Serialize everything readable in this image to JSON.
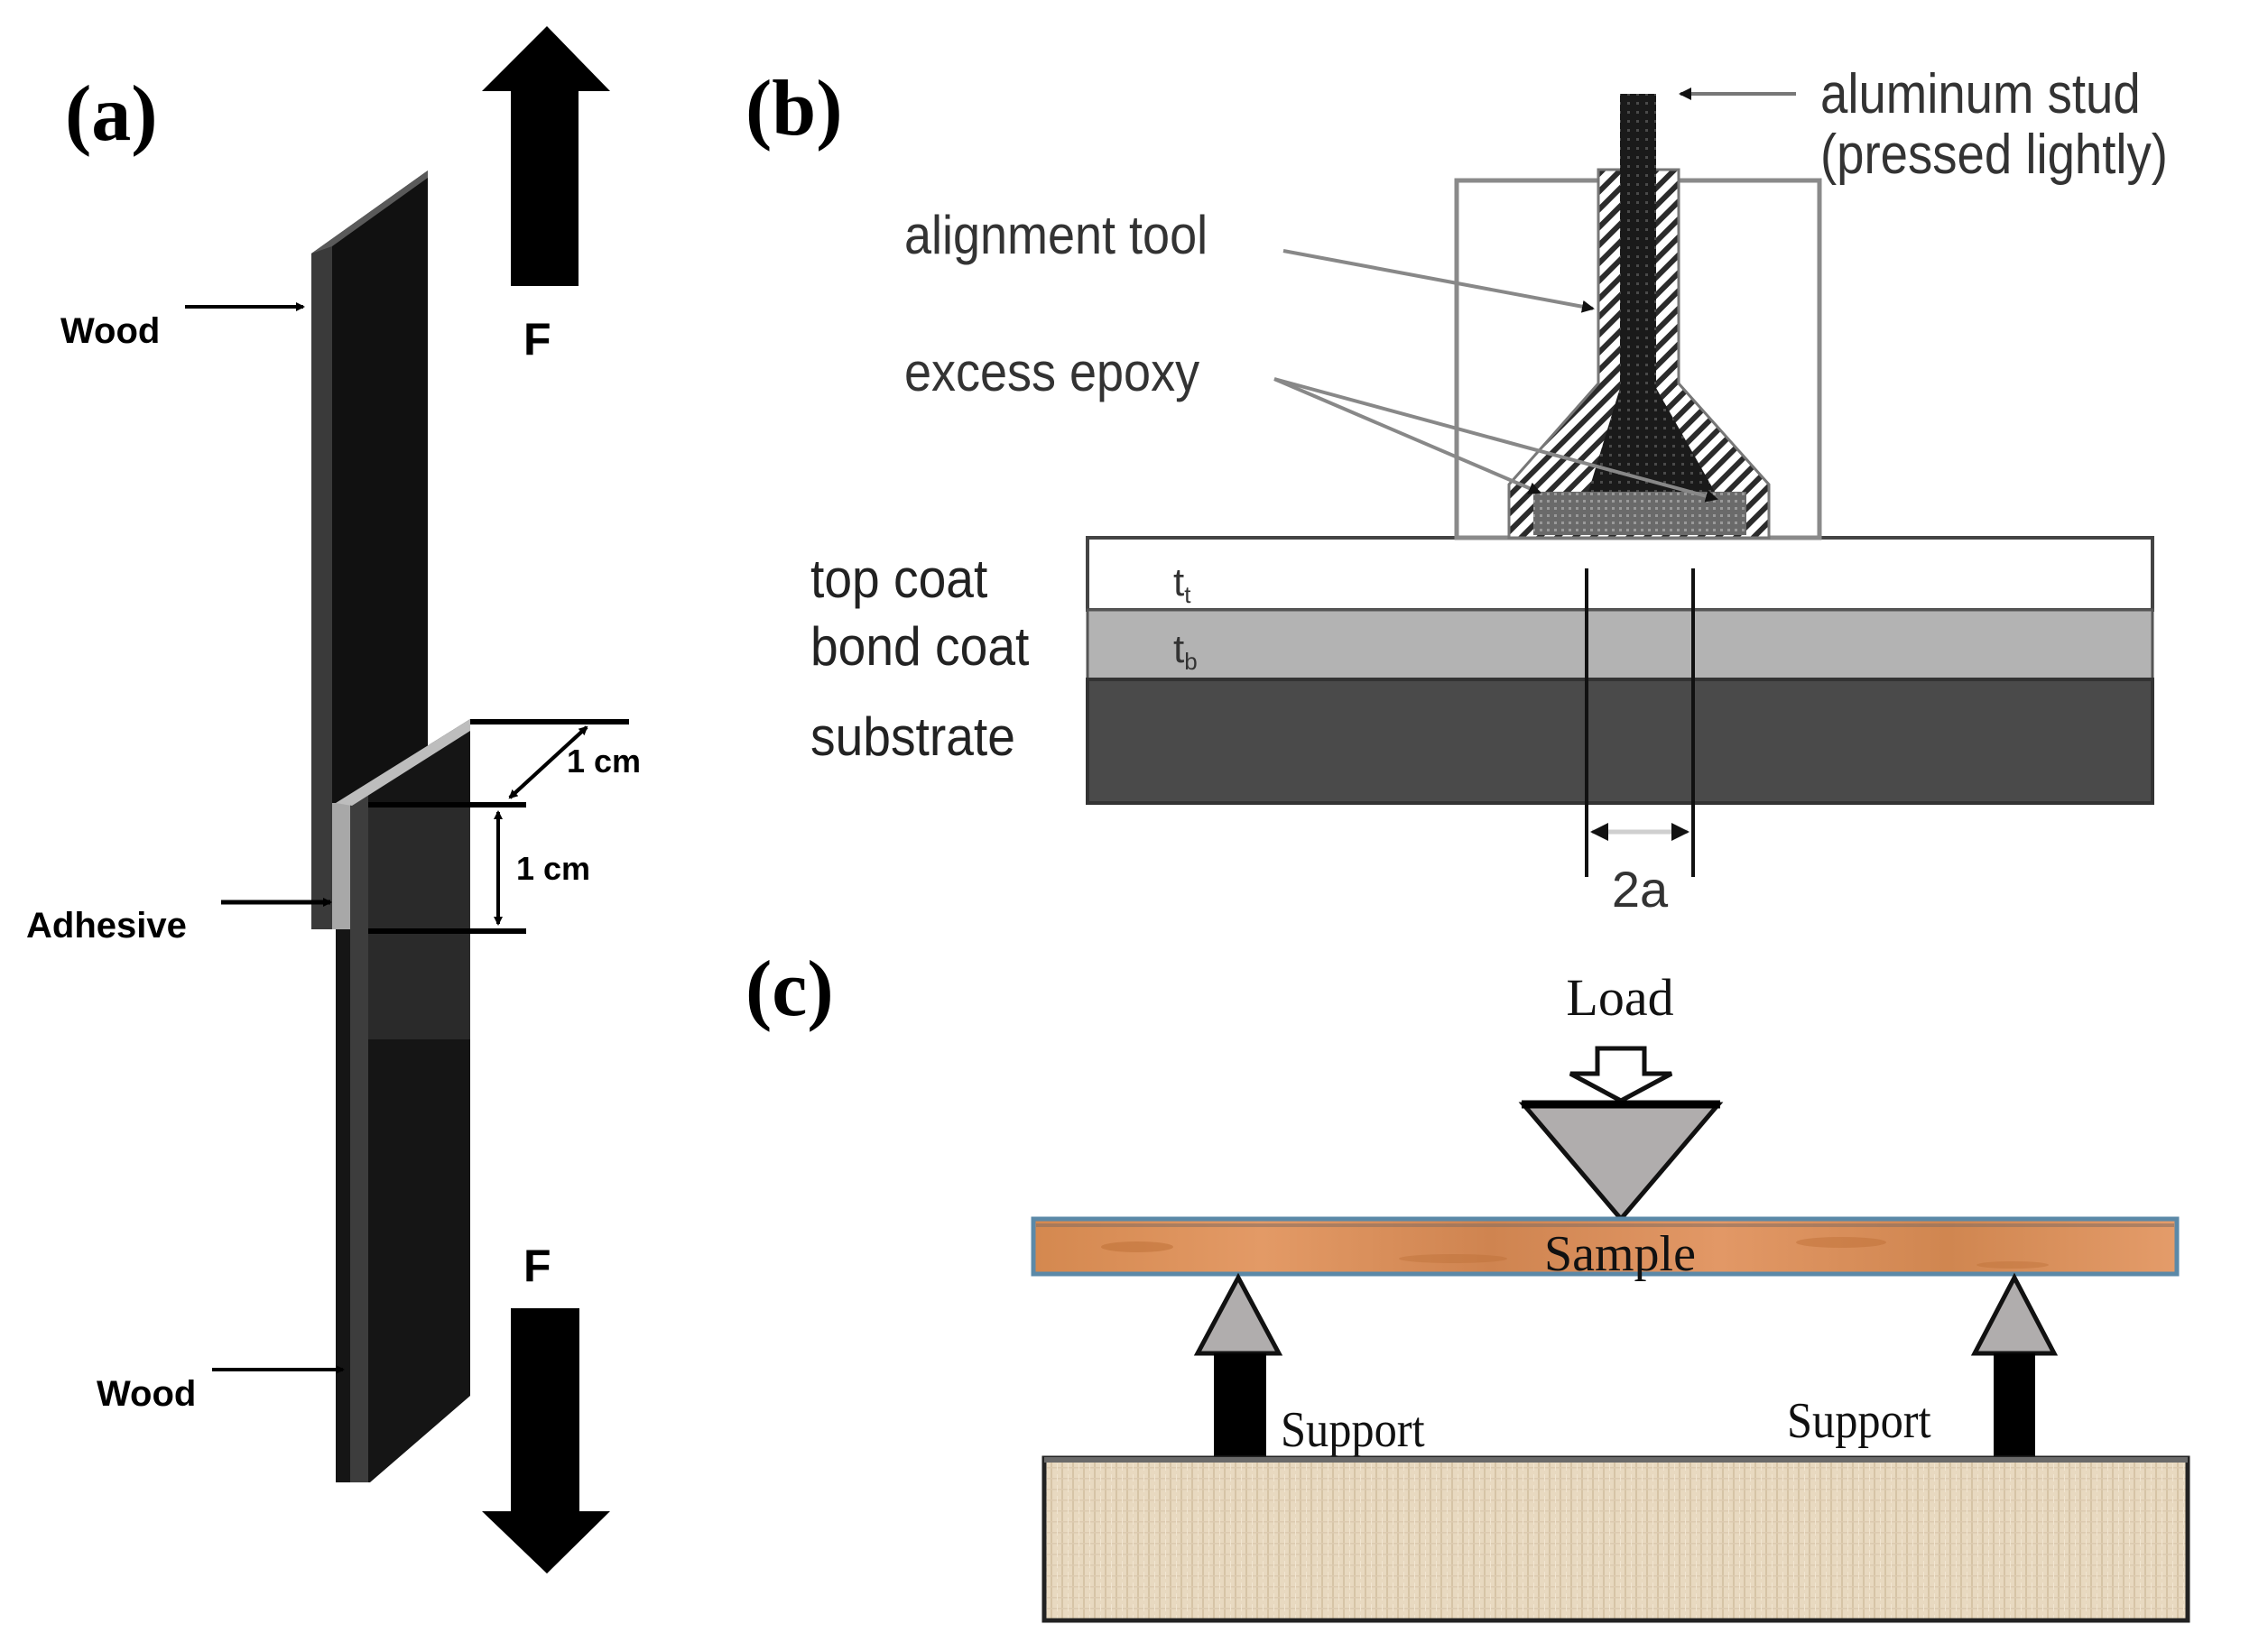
{
  "figure": {
    "panels": [
      {
        "id": "a",
        "label": "(a)",
        "title": "Lap-shear adhesive joint",
        "labels": {
          "wood_upper": "Wood",
          "wood_lower": "Wood",
          "adhesive": "Adhesive",
          "force_upper": "F",
          "force_lower": "F",
          "overlap_width": "1 cm",
          "overlap_length": "1 cm"
        }
      },
      {
        "id": "b",
        "label": "(b)",
        "title": "Pull-off adhesion test setup",
        "labels": {
          "aluminum_stud": "aluminum stud",
          "aluminum_stud_note": "(pressed lightly)",
          "alignment_tool": "alignment tool",
          "excess_epoxy": "excess epoxy",
          "top_coat": "top coat",
          "bond_coat": "bond coat",
          "substrate": "substrate",
          "top_coat_thickness": "t",
          "top_coat_thickness_sub": "t",
          "bond_coat_thickness": "t",
          "bond_coat_thickness_sub": "b",
          "contact_diameter": "2a"
        }
      },
      {
        "id": "c",
        "label": "(c)",
        "title": "Three-point bending test",
        "labels": {
          "load": "Load",
          "sample": "Sample",
          "support_left": "Support",
          "support_right": "Support"
        }
      }
    ],
    "colors": {
      "wood_strip": "#111111",
      "adhesive": "#9a9a9a",
      "top_coat": "#ffffff",
      "bond_coat": "#b3b3b3",
      "substrate": "#4a4a4a",
      "sample": "#d48a56",
      "sample_border": "#5b89a8",
      "indenter": "#b0adad",
      "base_block": "#e6d6bc"
    }
  }
}
